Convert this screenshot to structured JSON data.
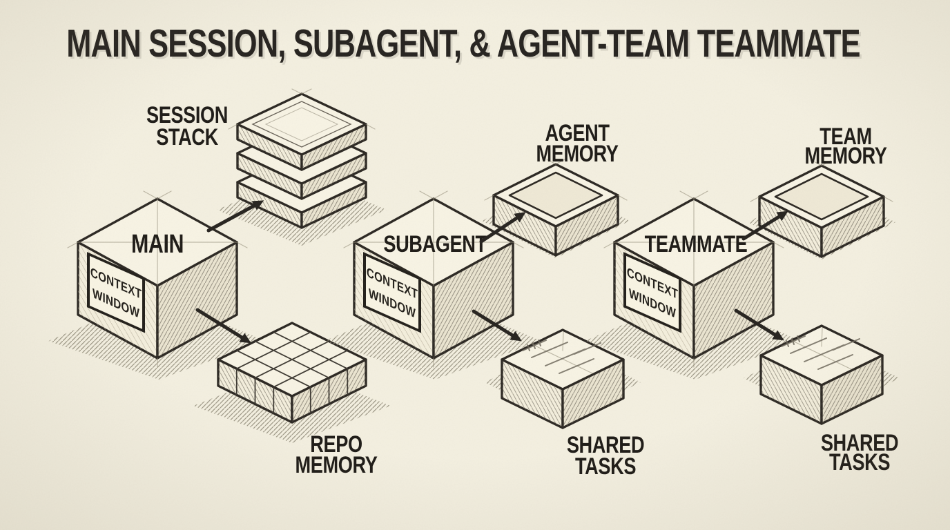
{
  "title": "MAIN SESSION, SUBAGENT, & AGENT-TEAM TEAMMATE",
  "agents": [
    {
      "name": "main",
      "label": "MAIN",
      "panel_lines": [
        "CONTEXT",
        "WINDOW"
      ]
    },
    {
      "name": "subagent",
      "label": "SUBAGENT",
      "panel_lines": [
        "CONTEXT",
        "WINDOW"
      ]
    },
    {
      "name": "teammate",
      "label": "TEAMMATE",
      "panel_lines": [
        "CONTEXT",
        "WINDOW"
      ]
    }
  ],
  "stores": [
    {
      "name": "session-stack",
      "lines": [
        "SESSION",
        "STACK"
      ],
      "linked_agent": "main"
    },
    {
      "name": "repo-memory",
      "lines": [
        "REPO",
        "MEMORY"
      ],
      "linked_agent": "main"
    },
    {
      "name": "agent-memory",
      "lines": [
        "AGENT",
        "MEMORY"
      ],
      "linked_agent": "subagent"
    },
    {
      "name": "shared-tasks-subagent",
      "lines": [
        "SHARED",
        "TASKS"
      ],
      "linked_agent": "subagent"
    },
    {
      "name": "team-memory",
      "lines": [
        "TEAM",
        "MEMORY"
      ],
      "linked_agent": "teammate"
    },
    {
      "name": "shared-tasks-teammate",
      "lines": [
        "SHARED",
        "TASKS"
      ],
      "linked_agent": "teammate"
    }
  ],
  "colors": {
    "background": "#f4f0e1",
    "ink": "#2c2823",
    "label_ink": "#1e1b17",
    "face_light": "#f8f4e5",
    "face_shade": "#ebe5d1",
    "shadow_hatch": "#918b79"
  }
}
